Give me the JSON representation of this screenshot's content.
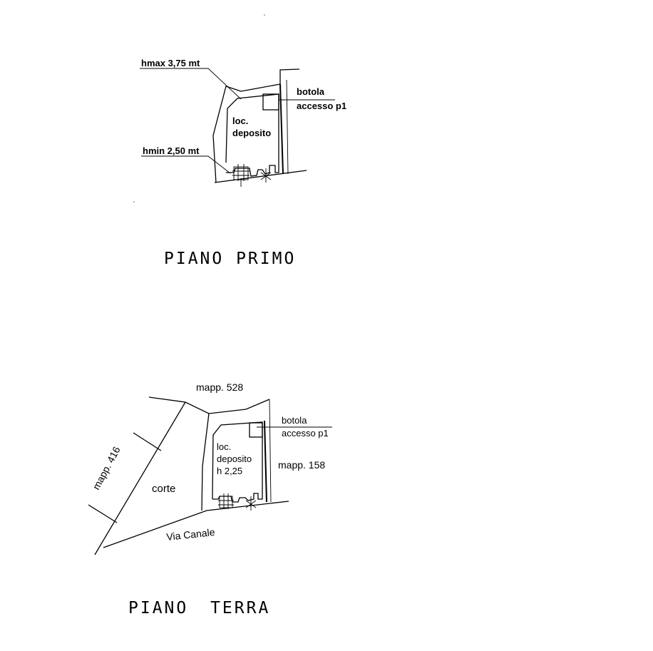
{
  "upper_plan": {
    "hmax_label": "hmax 3,75 mt",
    "hmin_label": "hmin 2,50 mt",
    "hatch_label_1": "botola",
    "hatch_label_2": "accesso p1",
    "room_label_1": "loc.",
    "room_label_2": "deposito",
    "title": "PIANO PRIMO"
  },
  "ground_plan": {
    "mapp_top": "mapp. 528",
    "mapp_left": "mapp. 416",
    "mapp_right": "mapp. 158",
    "courtyard": "corte",
    "street": "Via Canale",
    "hatch_label_1": "botola",
    "hatch_label_2": "accesso p1",
    "room_label_1": "loc.",
    "room_label_2": "deposito",
    "room_label_3": "h 2,25",
    "title": "PIANO TERRA"
  }
}
